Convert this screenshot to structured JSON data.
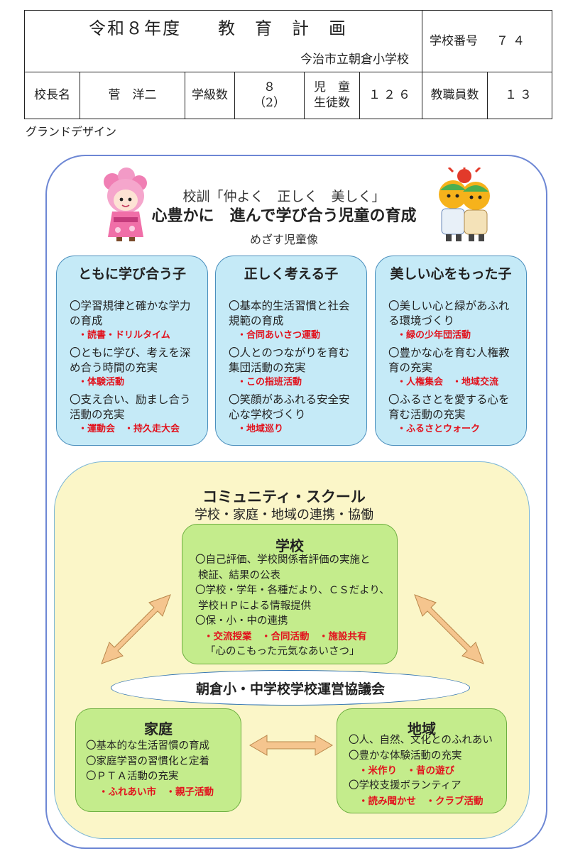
{
  "header": {
    "title": "令和８年度",
    "title_main": "教　育　計　画",
    "school_name": "今治市立朝倉小学校",
    "school_no_label": "学校番号",
    "school_no": "７４",
    "principal_label": "校長名",
    "principal": "菅　洋二",
    "classes_label": "学級数",
    "classes": "８",
    "classes_sub": "（2）",
    "students_label1": "児　童",
    "students_label2": "生徒数",
    "students": "１２６",
    "staff_label": "教職員数",
    "staff": "１３"
  },
  "grand_design": "グランドデザイン",
  "motto": {
    "line1": "校訓「仲よく　正しく　美しく」",
    "line2": "心豊かに　進んで学び合う児童の育成",
    "line3": "めざす児童像"
  },
  "goals": [
    {
      "title": "ともに学び合う子",
      "items": [
        {
          "text": "〇学習規律と確かな学力の育成",
          "act": "・読書・ドリルタイム"
        },
        {
          "text": "〇ともに学び、考えを深め合う時間の充実",
          "act": "・体験活動"
        },
        {
          "text": "〇支え合い、励まし合う活動の充実",
          "act": "・運動会　・持久走大会"
        }
      ]
    },
    {
      "title": "正しく考える子",
      "items": [
        {
          "text": "〇基本的生活習慣と社会規範の育成",
          "act": "・合同あいさつ運動"
        },
        {
          "text": "〇人とのつながりを育む集団活動の充実",
          "act": "・この指班活動"
        },
        {
          "text": "〇笑顔があふれる安全安心な学校づくり",
          "act": "・地域巡り"
        }
      ]
    },
    {
      "title": "美しい心をもった子",
      "items": [
        {
          "text": "〇美しい心と緑があふれる環境づくり",
          "act": "・緑の少年団活動"
        },
        {
          "text": "〇豊かな心を育む人権教育の充実",
          "act": "・人権集会　・地域交流"
        },
        {
          "text": "〇ふるさとを愛する心を育む活動の充実",
          "act": "・ふるさとウォーク"
        }
      ]
    }
  ],
  "community": {
    "title": "コミュニティ・スクール",
    "subtitle": "学校・家庭・地域の連携・協働",
    "council": "朝倉小・中学校学校運営協議会"
  },
  "school": {
    "title": "学校",
    "l1": "〇自己評価、学校関係者評価の実施と",
    "l2": "検証、結果の公表",
    "l3": "〇学校・学年・各種だより、ＣＳだより、",
    "l4": "学校ＨＰによる情報提供",
    "l5": "〇保・小・中の連携",
    "act": "・交流授業　・合同活動　・施設共有",
    "l6": "「心のこもった元気なあいさつ」"
  },
  "home": {
    "title": "家庭",
    "l1": "〇基本的な生活習慣の育成",
    "l2": "〇家庭学習の習慣化と定着",
    "l3": "〇ＰＴＡ活動の充実",
    "act": "・ふれあい市　・親子活動"
  },
  "region": {
    "title": "地域",
    "l1": "〇人、自然、文化とのふれあい",
    "l2": "〇豊かな体験活動の充実",
    "act1": "・米作り　・昔の遊び",
    "l3": "〇学校支援ボランティア",
    "act2": "・読み聞かせ　・クラブ活動"
  },
  "colors": {
    "goal_bg": "#c5eaf7",
    "cs_bg": "#fbf6c8",
    "green_bg": "#c4ec8c",
    "activity_red": "#e2121d",
    "arrow": "#f5c58e"
  }
}
